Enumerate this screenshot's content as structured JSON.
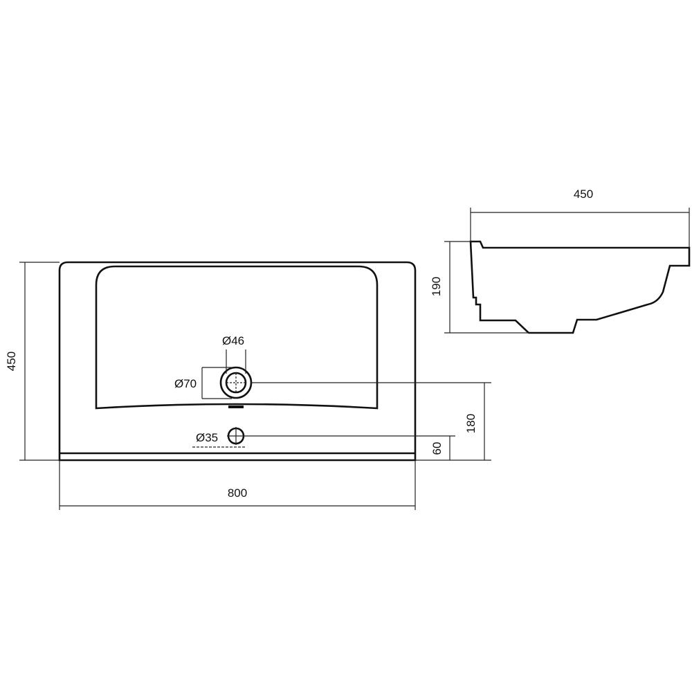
{
  "front_view": {
    "width_label": "800",
    "depth_label": "450",
    "tap_hole_label": "Ø46",
    "tap_ring_label": "Ø70",
    "overflow_label": "Ø35",
    "dim_180_label": "180",
    "dim_60_label": "60"
  },
  "side_view": {
    "depth_label": "450",
    "height_label": "190"
  }
}
